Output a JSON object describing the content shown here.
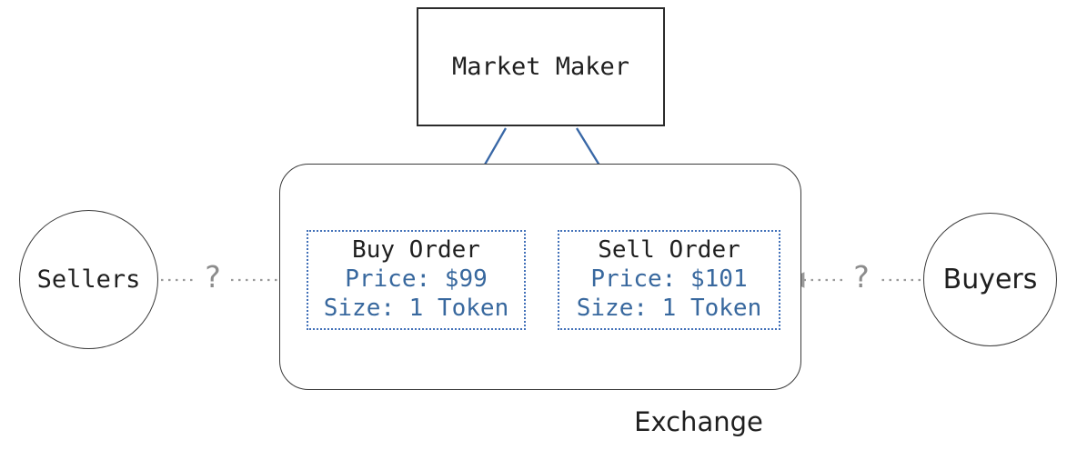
{
  "diagram": {
    "market_maker": {
      "label": "Market Maker"
    },
    "exchange": {
      "label": "Exchange"
    },
    "orders": {
      "buy": {
        "title": "Buy Order",
        "price": "Price: $99",
        "size": "Size: 1 Token"
      },
      "sell": {
        "title": "Sell Order",
        "price": "Price: $101",
        "size": "Size: 1 Token"
      }
    },
    "participants": {
      "sellers": {
        "label": "Sellers"
      },
      "buyers": {
        "label": "Buyers"
      }
    },
    "flows": {
      "sellers_to_buy_order": {
        "question": "?"
      },
      "buyers_to_sell_order": {
        "question": "?"
      }
    },
    "colors": {
      "arrow_blue": "#3867a6",
      "order_text_blue": "#38689e",
      "dotted_border_blue": "#4170b8",
      "dotted_arrow_gray": "#9a9a9a",
      "question_gray": "#8c8c8c",
      "outline_black": "#2b2b2b"
    }
  }
}
